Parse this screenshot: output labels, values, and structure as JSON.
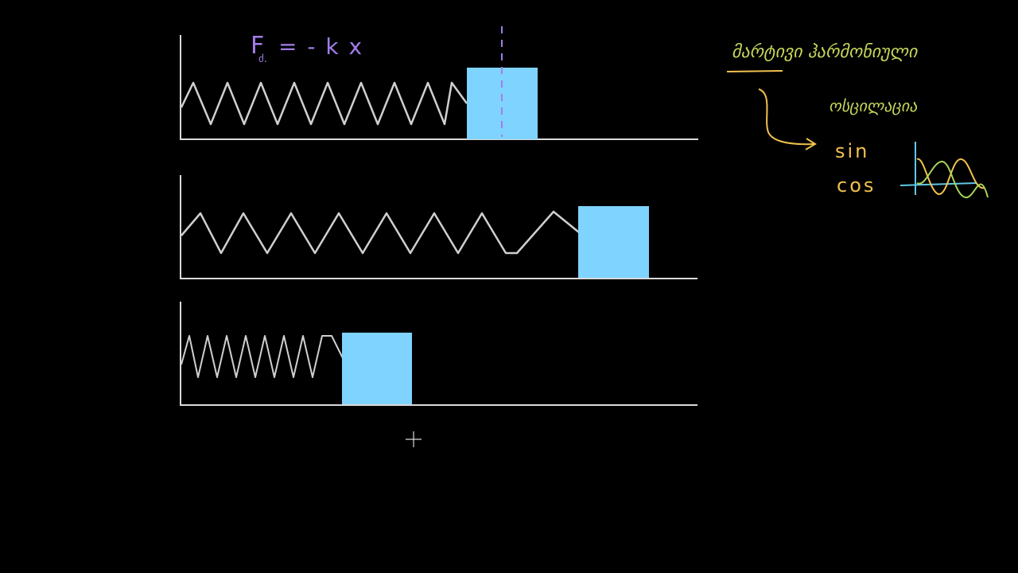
{
  "colors": {
    "background": "#000000",
    "ink_white": "#d9d9d9",
    "block_blue": "#7fd3ff",
    "purple": "#a27de8",
    "yellow_green": "#c8d65a",
    "yellow": "#f2c14e",
    "cyan": "#5fc7e8",
    "green": "#a8d65a"
  },
  "equation": {
    "F": "F",
    "subscript": "ძ.",
    "rhs": "= - k x"
  },
  "notes": {
    "heading": "მარტივი ჰარმონიული",
    "subheading": "ოსცილაცია",
    "sin": "sin",
    "cos": "cos"
  },
  "icons": {
    "cursor": "crosshair-cursor-icon"
  }
}
